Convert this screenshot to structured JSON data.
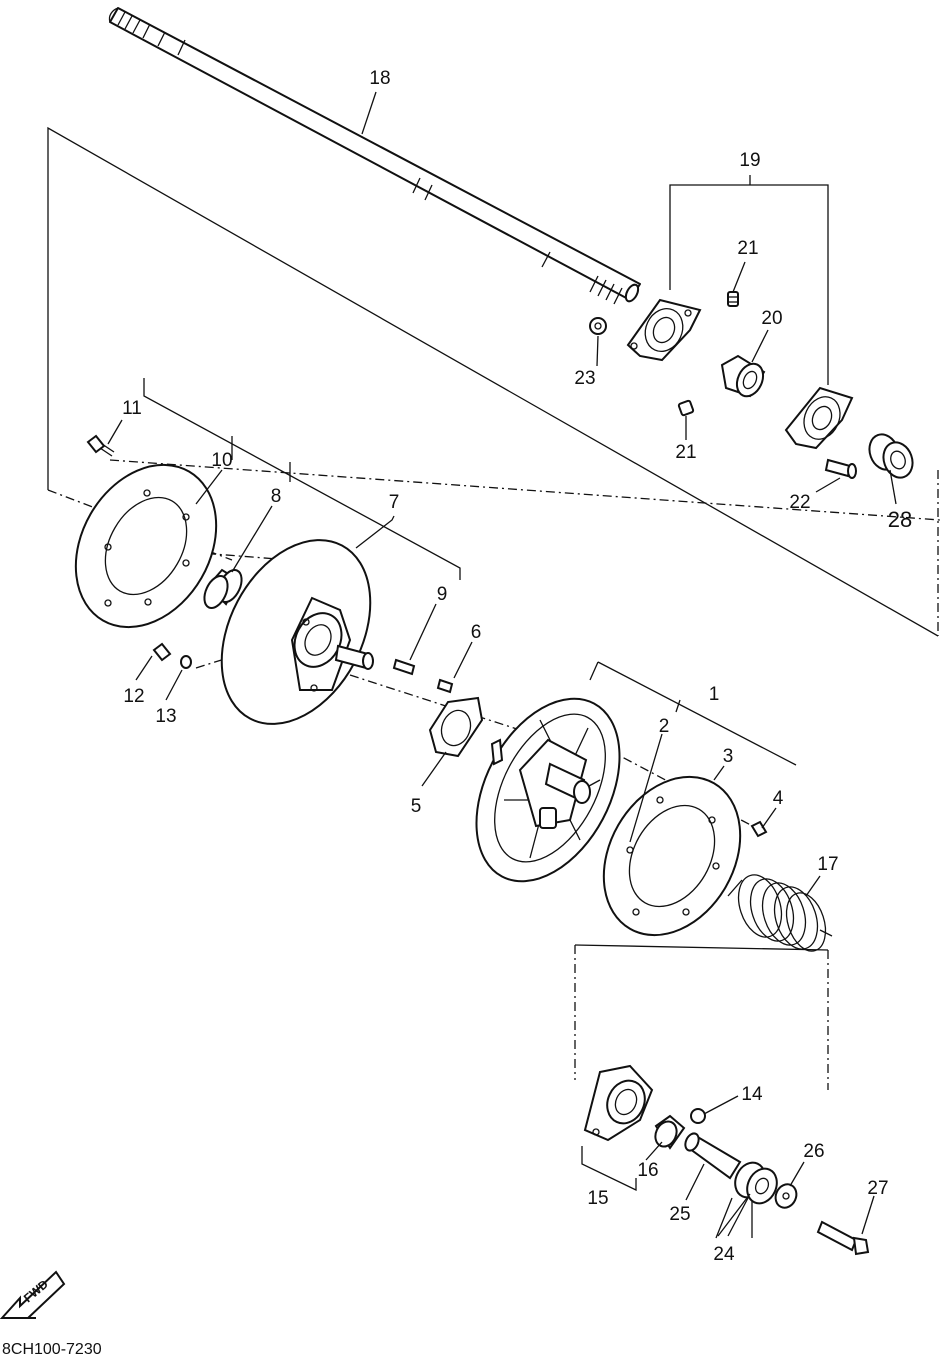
{
  "diagram_code": "8CH100-7230",
  "fwd_label": "FWD",
  "callouts": {
    "n1": "1",
    "n2": "2",
    "n3": "3",
    "n4": "4",
    "n5": "5",
    "n6": "6",
    "n7": "7",
    "n8": "8",
    "n9": "9",
    "n10": "10",
    "n11": "11",
    "n12": "12",
    "n13": "13",
    "n14": "14",
    "n15": "15",
    "n16": "16",
    "n17": "17",
    "n18": "18",
    "n19": "19",
    "n20": "20",
    "n21a": "21",
    "n21b": "21",
    "n22": "22",
    "n23": "23",
    "n24": "24",
    "n25": "25",
    "n26": "26",
    "n27": "27",
    "n28": "28"
  }
}
